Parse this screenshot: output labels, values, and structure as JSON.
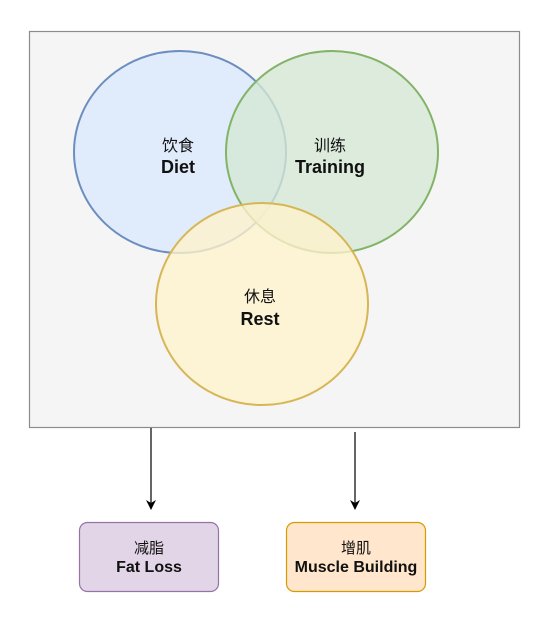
{
  "circles": [
    {
      "id": "diet",
      "label_cn": "饮食",
      "label_en": "Diet",
      "fill": "#dae8fc",
      "stroke": "#6c8ebf"
    },
    {
      "id": "training",
      "label_cn": "训练",
      "label_en": "Training",
      "fill": "#d5e8d4",
      "stroke": "#82b366"
    },
    {
      "id": "rest",
      "label_cn": "休息",
      "label_en": "Rest",
      "fill": "#fff2cc",
      "stroke": "#d6b656"
    }
  ],
  "outcomes": [
    {
      "id": "fat-loss",
      "label_cn": "减脂",
      "label_en": "Fat Loss",
      "fill": "#e1d5e7",
      "stroke": "#9673a6"
    },
    {
      "id": "muscle-building",
      "label_cn": "增肌",
      "label_en": "Muscle Building",
      "fill": "#ffe6cc",
      "stroke": "#d79b00"
    }
  ],
  "container": {
    "fill": "#f5f5f5",
    "stroke": "#8c8c8c"
  }
}
